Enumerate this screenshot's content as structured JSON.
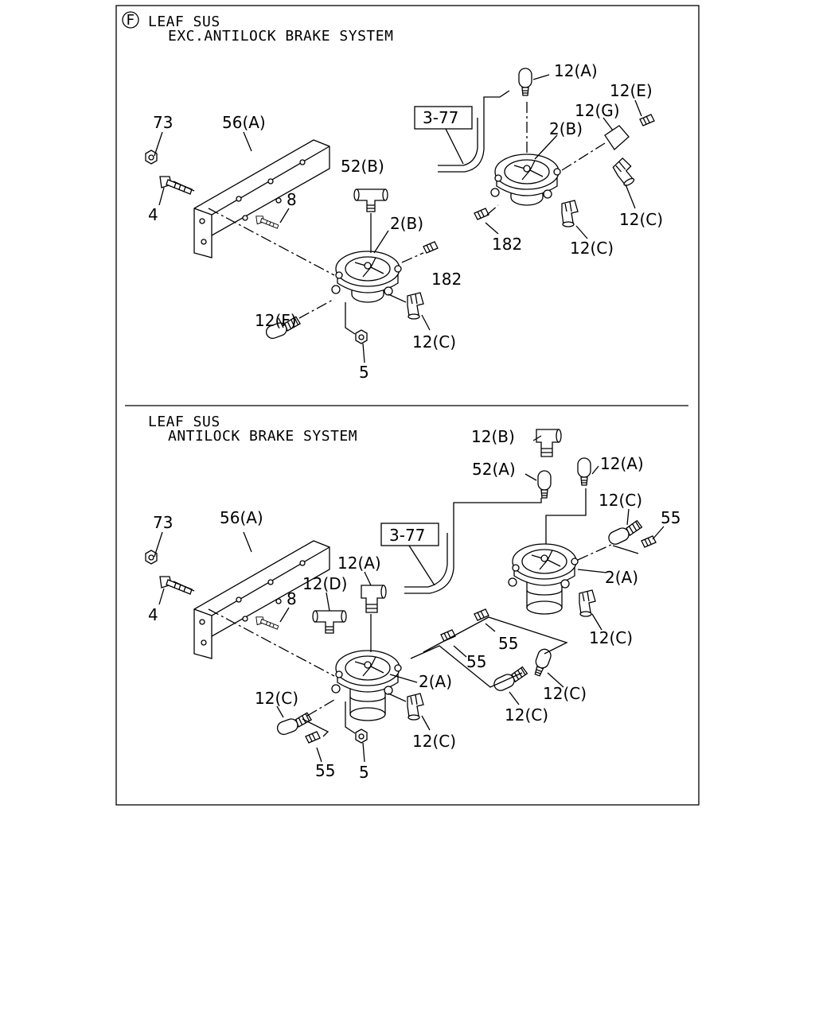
{
  "sections": {
    "top": {
      "marker": "F",
      "line1": "LEAF SUS",
      "line2": "EXC.ANTILOCK BRAKE SYSTEM"
    },
    "bottom": {
      "line1": "LEAF SUS",
      "line2": "ANTILOCK BRAKE SYSTEM"
    }
  },
  "callouts": {
    "top": {
      "c73": "73",
      "c56a": "56(A)",
      "c4": "4",
      "c8": "8",
      "c52b": "52(B)",
      "c2b_left": "2(B)",
      "c182_left": "182",
      "c12f": "12(F)",
      "c12c_left": "12(C)",
      "c5": "5",
      "ref377": "3-77",
      "c12a": "12(A)",
      "c12e": "12(E)",
      "c12g": "12(G)",
      "c2b_right": "2(B)",
      "c12c_right": "12(C)",
      "c182_right": "182",
      "c12c_mid": "12(C)"
    },
    "bottom": {
      "c12b": "12(B)",
      "c52a": "52(A)",
      "c12a_right": "12(A)",
      "c12c_top": "12(C)",
      "c55_top": "55",
      "c73": "73",
      "c56a": "56(A)",
      "ref377": "3-77",
      "c12a_left": "12(A)",
      "c12d": "12(D)",
      "c8": "8",
      "c2a_right": "2(A)",
      "c4": "4",
      "c55_mid": "55",
      "c12c_r1": "12(C)",
      "c55_center": "55",
      "c2a_left": "2(A)",
      "c12c_r2": "12(C)",
      "c12c_left": "12(C)",
      "c12c_center": "12(C)",
      "c12c_bottom": "12(C)",
      "c55_bottom": "55",
      "c5": "5"
    }
  }
}
